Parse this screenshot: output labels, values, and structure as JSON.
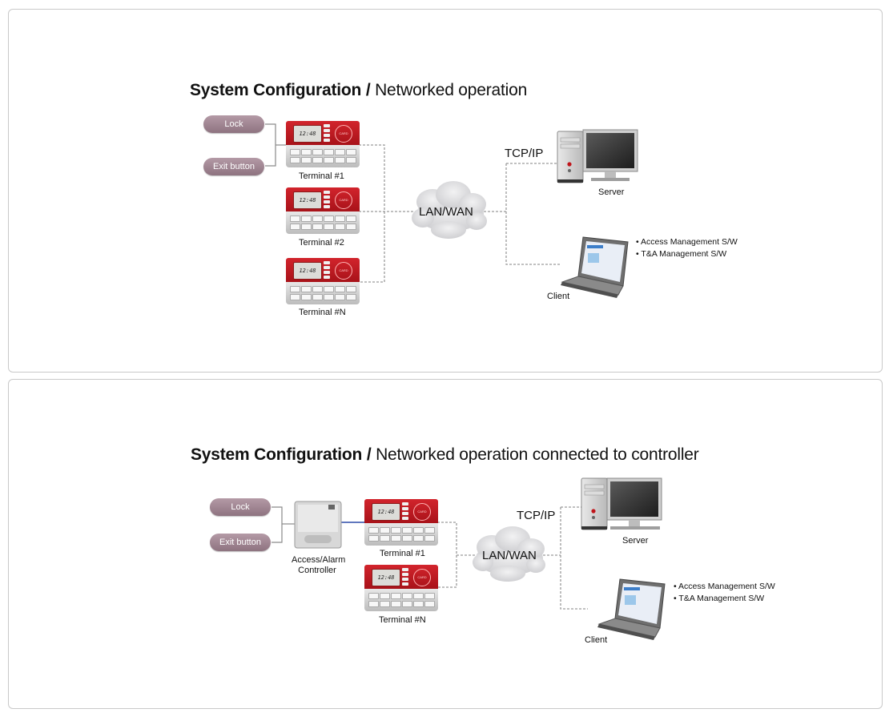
{
  "panel1": {
    "title_bold": "System Configuration /",
    "title_rest": "Networked operation",
    "lock": "Lock",
    "exit_button": "Exit button",
    "terminal1": "Terminal #1",
    "terminal2": "Terminal #2",
    "terminalN": "Terminal #N",
    "cloud": "LAN/WAN",
    "protocol": "TCP/IP",
    "server": "Server",
    "client": "Client",
    "software": [
      "• Access Management S/W",
      "• T&A Management S/W"
    ]
  },
  "panel2": {
    "title_bold": "System Configuration /",
    "title_rest": "Networked operation connected to controller",
    "lock": "Lock",
    "exit_button": "Exit button",
    "controller": [
      "Access/Alarm",
      "Controller"
    ],
    "terminal1": "Terminal #1",
    "terminalN": "Terminal #N",
    "cloud": "LAN/WAN",
    "protocol": "TCP/IP",
    "server": "Server",
    "client": "Client",
    "software": [
      "• Access Management S/W",
      "• T&A Management S/W"
    ]
  },
  "device": {
    "lcd_text": "12:48",
    "card_text": "CARD"
  },
  "colors": {
    "terminal_red": "#c41820",
    "pill": "#a08592",
    "dashed_line": "#9a9a9a",
    "wiring": "#7a7a7a",
    "controller_link": "#2b4aa8",
    "cloud": "#d9d9db"
  }
}
